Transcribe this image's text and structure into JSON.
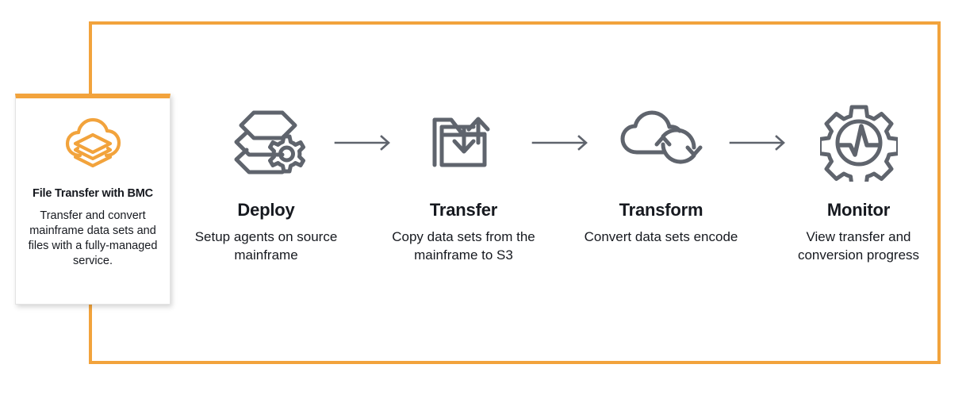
{
  "frame": {
    "accent_color": "#f2a33c"
  },
  "card": {
    "icon": "cloud-data-layers-icon",
    "title": "File Transfer with BMC",
    "description": "Transfer and convert mainframe data sets and files with a fully-managed service.",
    "accent_color": "#f2a33c",
    "title_color": "#16191f"
  },
  "steps": [
    {
      "icon": "layers-gear-icon",
      "title": "Deploy",
      "description": "Setup agents on source mainframe"
    },
    {
      "icon": "folder-transfer-arrows-icon",
      "title": "Transfer",
      "description": "Copy data sets from the mainframe to S3"
    },
    {
      "icon": "cloud-sync-icon",
      "title": "Transform",
      "description": "Convert data sets encode"
    },
    {
      "icon": "gear-pulse-icon",
      "title": "Monitor",
      "description": "View transfer and conversion progress"
    }
  ],
  "connectors": {
    "icon": "arrow-right-icon",
    "color": "#5f646d",
    "count": 3
  },
  "palette": {
    "icon_gray": "#5f646d",
    "text_dark": "#16191f",
    "card_border": "#e3e3e3"
  }
}
